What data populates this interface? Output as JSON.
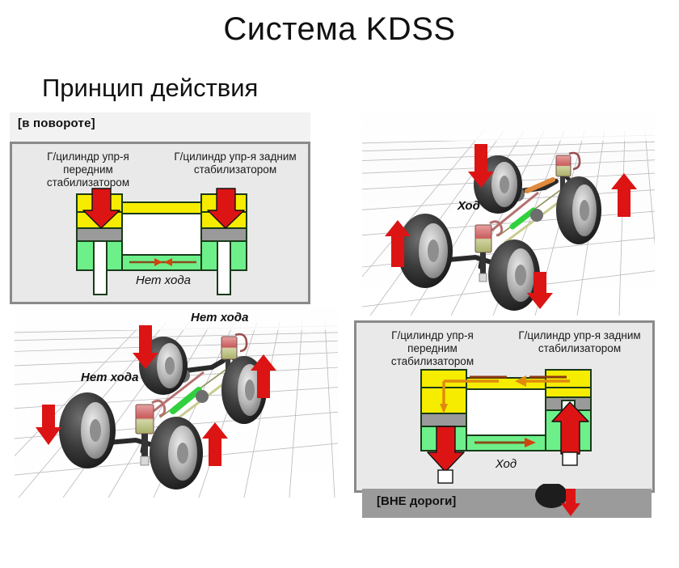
{
  "slide": {
    "title": "Система KDSS",
    "subtitle": "Принцип действия"
  },
  "captions": {
    "in_turn": "[в повороте]",
    "off_road": "[ВНЕ дороги]"
  },
  "panel_in_turn": {
    "header_left": "Г/цилиндр упр-я передним стабилизатором",
    "header_right": "Г/цилиндр упр-я задним стабилизатором",
    "stroke_label": "Нет хода"
  },
  "panel_off_road": {
    "header_left": "Г/цилиндр упр-я передним стабилизатором",
    "header_right": "Г/цилиндр упр-я задним стабилизатором",
    "stroke_label": "Ход"
  },
  "scene_top_right": {
    "stroke_label": "Ход",
    "arrows": [
      {
        "id": "front-left-wheel",
        "direction": "up"
      },
      {
        "id": "front-right-wheel",
        "direction": "down"
      },
      {
        "id": "rear-left-wheel",
        "direction": "down"
      },
      {
        "id": "rear-right-wheel",
        "direction": "up"
      }
    ]
  },
  "scene_bottom_left": {
    "stroke_label_upper": "Нет хода",
    "stroke_label_lower": "Нет хода",
    "arrows": [
      {
        "id": "front-left-wheel",
        "direction": "down"
      },
      {
        "id": "front-right-wheel",
        "direction": "up"
      },
      {
        "id": "rear-left-wheel",
        "direction": "down"
      },
      {
        "id": "rear-right-wheel",
        "direction": "up"
      }
    ]
  },
  "colors": {
    "arrow_red": "#dc1414",
    "cylinder_yellow": "#f5ec00",
    "cylinder_green": "#6df08a",
    "piston_gray": "#9a9a9a",
    "flow_orange": "#e07a0c",
    "flow_brown": "#8a4b1a",
    "panel_fill": "#e9e9e9",
    "panel_border": "#8a8a8a",
    "strip_gray": "#9b9b9b",
    "outline": "#1a3a1a"
  }
}
